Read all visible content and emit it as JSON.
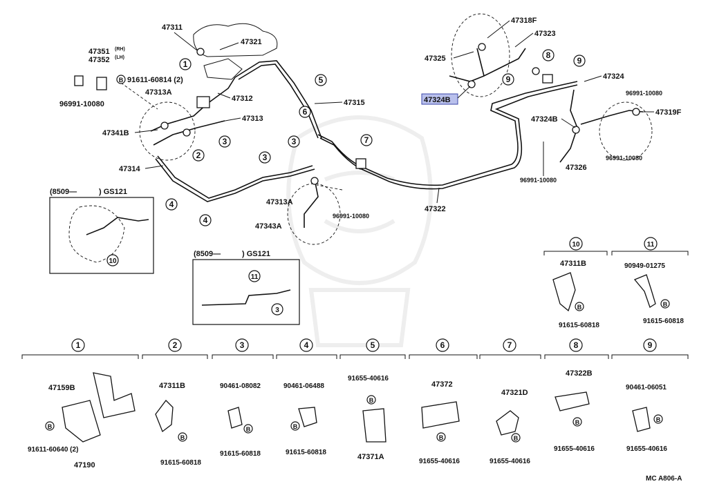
{
  "labels": {
    "p47311": "47311",
    "p47321": "47321",
    "p47351": "47351",
    "p47351_side": "(RH)",
    "p47352": "47352",
    "p47352_side": "(LH)",
    "p91611_60814": "91611-60814 (2)",
    "p96991_tl": "96991-10080",
    "p47313A_top": "47313A",
    "p47312": "47312",
    "p47341B": "47341B",
    "p47313": "47313",
    "p47314": "47314",
    "p47315": "47315",
    "p47318F": "47318F",
    "p47323": "47323",
    "p47325": "47325",
    "p47324B_hl": "47324B",
    "p47324": "47324",
    "p96991_r1": "96991-10080",
    "p47319F": "47319F",
    "p47324B": "47324B",
    "p47326": "47326",
    "p96991_r2": "96991-10080",
    "p96991_r3": "96991-10080",
    "p47322": "47322",
    "p47313A_mid": "47313A",
    "p47343A": "47343A",
    "p96991_mid": "96991-10080",
    "inset1_date": "(8509—",
    "inset1_model": ") GS121",
    "inset2_date": "(8509—",
    "inset2_model": ") GS121",
    "b10_part": "47311B",
    "b10_bolt": "91615-60818",
    "b11_part": "90949-01275",
    "b11_bolt": "91615-60818",
    "s1_part_a": "47159B",
    "s1_bolt": "91611-60640 (2)",
    "s1_part_b": "47190",
    "s2_part": "47311B",
    "s2_bolt": "91615-60818",
    "s3_part": "90461-08082",
    "s3_bolt": "91615-60818",
    "s4_part": "90461-06488",
    "s4_bolt": "91615-60818",
    "s5_part": "91655-40616",
    "s5_bottom": "47371A",
    "s6_part": "47372",
    "s6_bolt": "91655-40616",
    "s7_part": "47321D",
    "s7_bolt": "91655-40616",
    "s8_part": "47322B",
    "s8_bolt": "91655-40616",
    "s9_part": "90461-06051",
    "s9_bolt": "91655-40616",
    "bolt_marker": "B",
    "footer_code": "MC  A806-A"
  },
  "callouts": {
    "c1": "1",
    "c2": "2",
    "c3": "3",
    "c4": "4",
    "c5": "5",
    "c6": "6",
    "c7": "7",
    "c8": "8",
    "c9": "9",
    "c10": "10",
    "c11": "11"
  },
  "colors": {
    "highlight_fill": "#b9c0ec",
    "highlight_stroke": "#3a46a8",
    "ink": "#111111"
  }
}
